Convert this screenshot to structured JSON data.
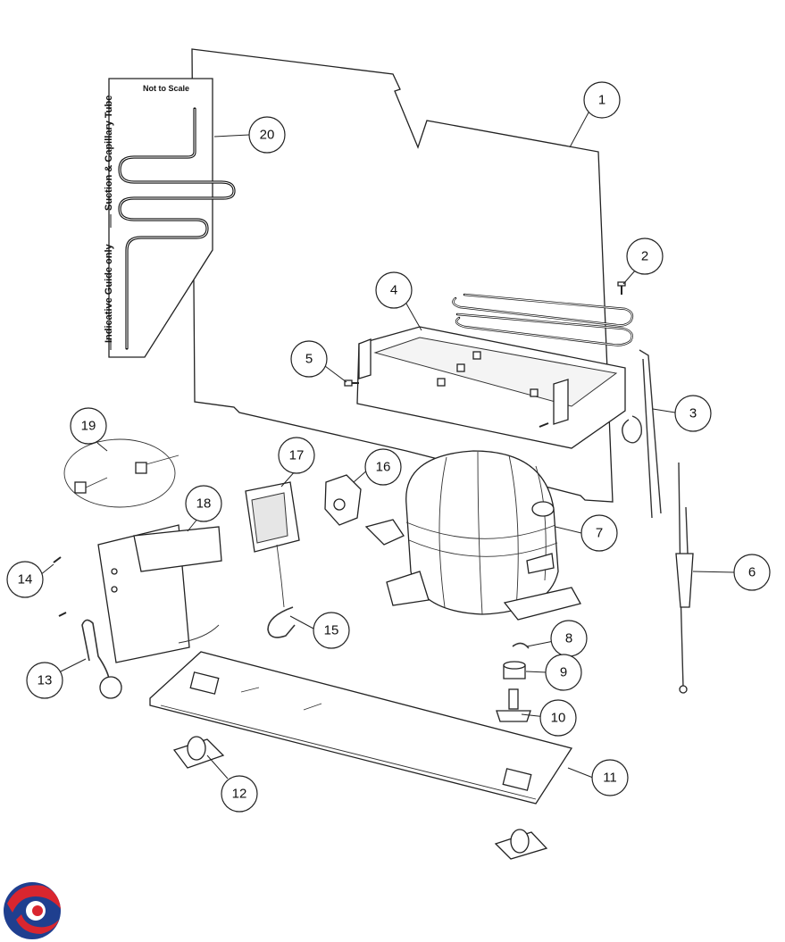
{
  "guide": {
    "not_to_scale": "Not to Scale",
    "tube_label": "Suction & Capillary Tube",
    "indicative_label": "Indicative Guide only"
  },
  "callouts": [
    "1",
    "2",
    "3",
    "4",
    "5",
    "6",
    "7",
    "8",
    "9",
    "10",
    "11",
    "12",
    "13",
    "14",
    "15",
    "16",
    "17",
    "18",
    "19",
    "20"
  ],
  "logo": {
    "colors": [
      "#1f3f8f",
      "#d9262f"
    ]
  }
}
